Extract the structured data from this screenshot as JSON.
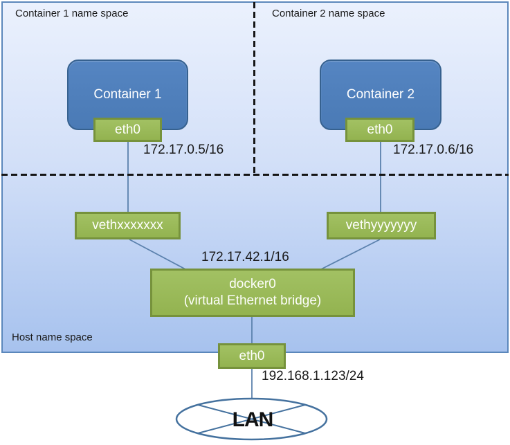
{
  "namespaces": {
    "container1": "Container 1 name space",
    "container2": "Container 2 name space",
    "host": "Host name space"
  },
  "container1": {
    "title": "Container 1",
    "interface": "eth0",
    "ip": "172.17.0.5/16"
  },
  "container2": {
    "title": "Container 2",
    "interface": "eth0",
    "ip": "172.17.0.6/16"
  },
  "veth1": {
    "label": "vethxxxxxxx"
  },
  "veth2": {
    "label": "vethyyyyyyy"
  },
  "bridge": {
    "title": "docker0",
    "subtitle": "(virtual Ethernet bridge)",
    "ip": "172.17.42.1/16"
  },
  "host_interface": {
    "label": "eth0",
    "ip": "192.168.1.123/24"
  },
  "lan": {
    "label": "LAN"
  },
  "colors": {
    "background_top": "#ebf1fd",
    "background_bottom": "#a7c2ee",
    "outer_border": "#5b87bb",
    "container_fill": "#4f81bd",
    "container_border": "#36618f",
    "green_fill": "#9bbb59",
    "green_border": "#76923c",
    "connector_line": "#5b81ad",
    "dashed_line": "#151515",
    "lan_stroke": "#44719e",
    "text": "#1a1a1a"
  }
}
